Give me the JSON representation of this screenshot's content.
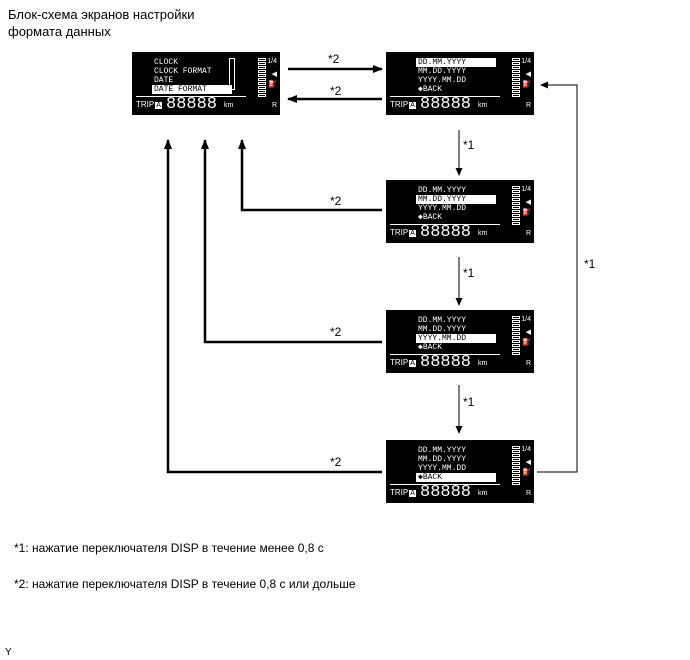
{
  "title_lines": [
    "Блок-схема экранов настройки",
    "формата данных"
  ],
  "screens": [
    {
      "id": "main",
      "lines": [
        "CLOCK",
        "CLOCK FORMAT",
        "DATE",
        "DATE FORMAT"
      ],
      "selected": 3
    },
    {
      "id": "opt1",
      "lines": [
        "DD.MM.YYYY",
        "MM.DD.YYYY",
        "YYYY.MM.DD",
        "BACK"
      ],
      "selected": 0
    },
    {
      "id": "opt2",
      "lines": [
        "DD.MM.YYYY",
        "MM.DD.YYYY",
        "YYYY.MM.DD",
        "BACK"
      ],
      "selected": 1
    },
    {
      "id": "opt3",
      "lines": [
        "DD.MM.YYYY",
        "MM.DD.YYYY",
        "YYYY.MM.DD",
        "BACK"
      ],
      "selected": 2
    },
    {
      "id": "opt4",
      "lines": [
        "DD.MM.YYYY",
        "MM.DD.YYYY",
        "YYYY.MM.DD",
        "BACK"
      ],
      "selected": 3
    }
  ],
  "display": {
    "trip_label": "TRIP",
    "trip_letter": "A",
    "odometer": "88888",
    "unit": "km",
    "page": "1/4",
    "gear": "R"
  },
  "edges": {
    "short_press": "*1",
    "long_press": "*2"
  },
  "notes": [
    "*1: нажатие переключателя DISP в течение менее 0,8 с",
    "*2: нажатие переключателя DISP в течение 0,8 с или дольше"
  ],
  "corner_mark": "Y"
}
